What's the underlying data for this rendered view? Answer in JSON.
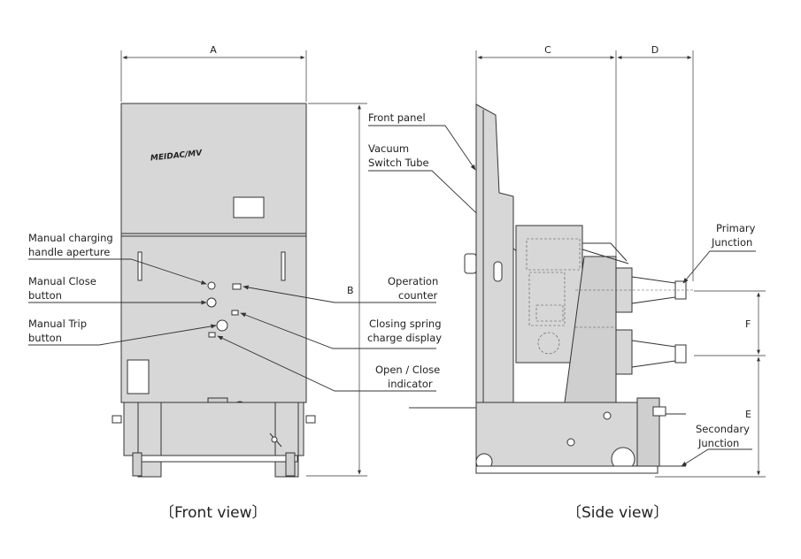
{
  "dimensions": {
    "A": "A",
    "B": "B",
    "C": "C",
    "D": "D",
    "E": "E",
    "F": "F"
  },
  "front_view": {
    "logo": "MEIDAC/MV",
    "caption": "〔Front view〕",
    "labels": {
      "manual_charging_line1": "Manual charging",
      "manual_charging_line2": "handle aperture",
      "manual_close_line1": "Manual Close",
      "manual_close_line2": "button",
      "manual_trip_line1": "Manual Trip",
      "manual_trip_line2": "button",
      "operation_counter_line1": "Operation",
      "operation_counter_line2": "counter",
      "closing_spring_line1": "Closing spring",
      "closing_spring_line2": "charge display",
      "open_close_line1": "Open / Close",
      "open_close_line2": "indicator"
    }
  },
  "side_view": {
    "caption": "〔Side view〕",
    "labels": {
      "front_panel": "Front panel",
      "vacuum_line1": "Vacuum",
      "vacuum_line2": "Switch Tube",
      "primary_line1": "Primary",
      "primary_line2": "Junction",
      "secondary_line1": "Secondary",
      "secondary_line2": "Junction"
    }
  }
}
